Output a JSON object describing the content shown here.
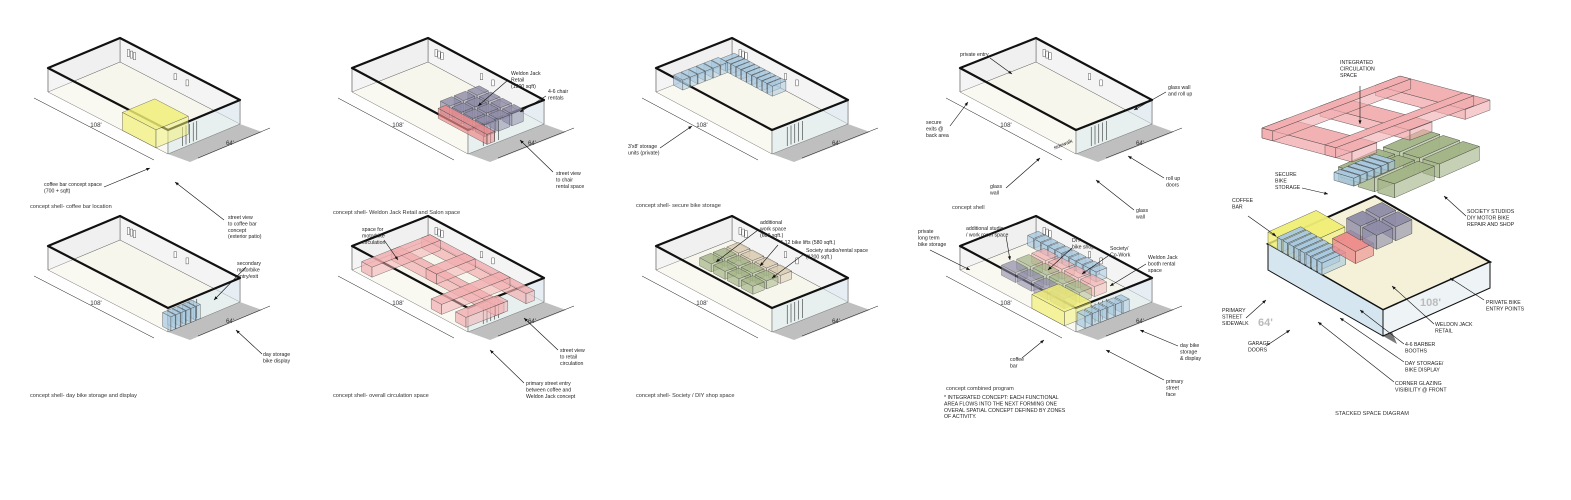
{
  "panels": [
    {
      "caption": "concept shell- coffee bar location",
      "dims": [
        "108'",
        "64'"
      ],
      "callouts": [
        [
          "coffee bar concept space",
          "(700 + sqft)"
        ],
        [
          "street view",
          "to coffee bar",
          "concept",
          "(exterior patio)"
        ]
      ]
    },
    {
      "caption": "concept shell- Weldon Jack Retail and Salon space",
      "dims": [
        "108'",
        "64'"
      ],
      "callouts": [
        [
          "Weldon Jack",
          "Retail",
          "(1300 sqft)"
        ],
        [
          "4-6 chair",
          "rentals"
        ],
        [
          "street view",
          "to chair",
          "rental space"
        ]
      ]
    },
    {
      "caption": "concept shell- secure bike storage",
      "dims": [
        "108'",
        "64'"
      ],
      "callouts": [
        [
          "3'x8' storage",
          "units (private)"
        ]
      ]
    },
    {
      "caption": "concept shell",
      "dims": [
        "108'",
        "64'"
      ],
      "callouts": [
        [
          "private entry"
        ],
        [
          "glass wall",
          "and roll up"
        ],
        [
          "secure",
          "exits @",
          "back area"
        ],
        [
          "roll up",
          "doors"
        ],
        [
          "glass",
          "wall"
        ],
        [
          "glass",
          "wall"
        ],
        [
          "sidewalk"
        ]
      ]
    },
    {
      "caption": "concept shell- day bike storage and display",
      "dims": [
        "108'",
        "64'"
      ],
      "callouts": [
        [
          "secondary",
          "motorbike",
          "entry/exit"
        ],
        [
          "day storage",
          "bike display"
        ]
      ]
    },
    {
      "caption": "concept shell- overall circulation space",
      "dims": [
        "108'",
        "64'"
      ],
      "callouts": [
        [
          "space for",
          "motorbike",
          "circulation"
        ],
        [
          "street view",
          "to retail",
          "circulation"
        ],
        [
          "primary street entry",
          "between coffee and",
          "Weldon Jack concept"
        ]
      ]
    },
    {
      "caption": "concept shell- Society / DIY shop space",
      "dims": [
        "108'",
        "64'"
      ],
      "callouts": [
        [
          "additional",
          "work space",
          "(600 sqft.)"
        ],
        [
          "4-12 bike lifts (580 sqft.)"
        ],
        [
          "Society studio/rental space",
          "(1200 sqft.)"
        ]
      ]
    },
    {
      "caption": "concept combined program",
      "dims": [
        "108'",
        "64'"
      ],
      "callouts": [
        [
          "private",
          "long term",
          "bike storage"
        ],
        [
          "additional studio",
          "/ work room space"
        ],
        [
          "DIY",
          "bike shop"
        ],
        [
          "Society/",
          "Co-Work"
        ],
        [
          "Weldon Jack",
          "booth rental",
          "space"
        ],
        [
          "day bike",
          "storage",
          "& display"
        ],
        [
          "coffee",
          "bar"
        ],
        [
          "primary",
          "street",
          "face"
        ]
      ],
      "note": [
        "* INTEGRATED CONCEPT: EACH FUNCTIONAL",
        "AREA FLOWS INTO THE NEXT FORMING ONE",
        "OVERAL SPATIAL CONCEPT DEFINED BY ZONES",
        "OF ACTIVITY."
      ]
    }
  ],
  "stacked": {
    "caption": "STACKED SPACE DIAGRAM",
    "dims": [
      "108'",
      "64'"
    ],
    "callouts": [
      [
        "INTEGRATED",
        "CIRCULATION",
        "SPACE"
      ],
      [
        "SECURE",
        "BIKE",
        "STORAGE"
      ],
      [
        "COFFEE",
        "BAR"
      ],
      [
        "SOCIETY STUDIOS",
        "DIY MOTOR BIKE",
        "REPAIR AND SHOP"
      ],
      [
        "PRIMARY",
        "STREET",
        "SIDEWALK"
      ],
      [
        "GARAGE",
        "DOORS"
      ],
      [
        "PRIVATE BIKE",
        "ENTRY POINTS"
      ],
      [
        "WELDON JACK",
        "RETAIL"
      ],
      [
        "4-6 BARBER",
        "BOOTHS"
      ],
      [
        "DAY STORAGE/",
        "BIKE DISPLAY"
      ],
      [
        "CORNER GLAZING",
        "VISIBILITY @ FRONT"
      ]
    ]
  },
  "colors": {
    "floor": "#f7f6ec",
    "shadow": "#bfbfbf",
    "coffee": "#f1ef76",
    "retail": "#8e8ca8",
    "chair": "#ec8a8a",
    "circulation": "#f2aeb0",
    "storage": "#a9c9df",
    "society": "#a3b486"
  }
}
